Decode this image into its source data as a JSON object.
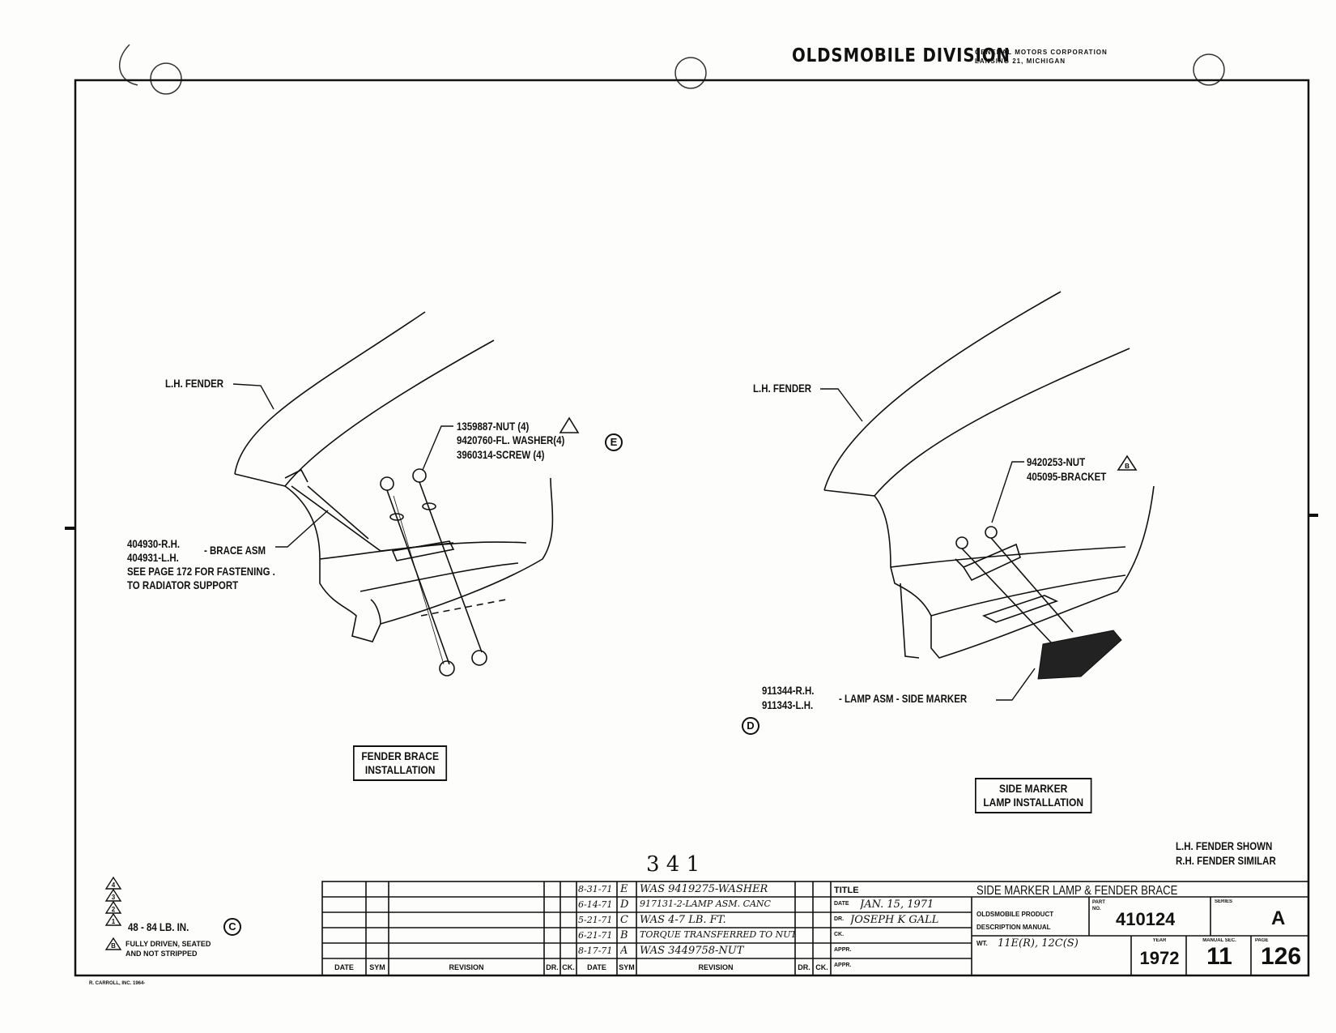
{
  "header": {
    "division": "OLDSMOBILE DIVISION",
    "corp": "GENERAL MOTORS CORPORATION",
    "city": "LANSING 21, MICHIGAN"
  },
  "left_view": {
    "fender": "L.H. FENDER",
    "nut": "1359887-NUT (4)",
    "washer": "9420760-FL. WASHER(4)",
    "washer_ref": "E",
    "screw": "3960314-SCREW (4)",
    "brace_rh": "404930-R.H.",
    "brace_lh": "404931-L.H.",
    "brace_name": "- BRACE ASM",
    "brace_note1": "SEE PAGE 172 FOR FASTENING .",
    "brace_note2": "TO RADIATOR SUPPORT",
    "title1": "FENDER BRACE",
    "title2": "INSTALLATION"
  },
  "right_view": {
    "fender": "L.H. FENDER",
    "nut": "9420253-NUT",
    "nut_ref": "B",
    "bracket": "405095-BRACKET",
    "lamp_rh": "911344-R.H.",
    "lamp_lh": "911343-L.H.",
    "lamp_name": "- LAMP ASM - SIDE MARKER",
    "ref_d": "D",
    "title1": "SIDE MARKER",
    "title2": "LAMP INSTALLATION",
    "note1": "L.H. FENDER SHOWN",
    "note2": "R.H. FENDER SIMILAR"
  },
  "sheet_number": "3 4 1",
  "legend": {
    "torque": "48 - 84 LB. IN.",
    "torque_ref": "C",
    "fastened": "FULLY DRIVEN, SEATED",
    "fastened2": "AND NOT STRIPPED"
  },
  "printer": "R. CARROLL, INC. 1964-",
  "revision_headers": {
    "date": "DATE",
    "sym": "SYM",
    "revision": "REVISION",
    "dr": "DR.",
    "ck": "CK."
  },
  "revisions": [
    {
      "date": "8-31-71",
      "sym": "E",
      "text": "WAS 9419275-WASHER"
    },
    {
      "date": "6-14-71",
      "sym": "D",
      "text": "917131-2-LAMP ASM. CANC"
    },
    {
      "date": "5-21-71",
      "sym": "C",
      "text": "WAS 4-7 LB. FT."
    },
    {
      "date": "6-21-71",
      "sym": "B",
      "text": "TORQUE TRANSFERRED TO NUT"
    },
    {
      "date": "8-17-71",
      "sym": "A",
      "text": "WAS 3449758-NUT"
    }
  ],
  "title_block": {
    "title_label": "TITLE",
    "title": "SIDE MARKER LAMP & FENDER BRACE",
    "date_label": "DATE",
    "date_value": "JAN. 15, 1971",
    "dr_label": "DR.",
    "dr_value": "JOSEPH K GALL",
    "ck_label": "CK.",
    "appr_label": "APPR.",
    "manual1": "OLDSMOBILE PRODUCT",
    "manual2": "DESCRIPTION MANUAL",
    "part_label": "PART NO.",
    "part_no": "410124",
    "series_label": "SERIES",
    "series": "A",
    "wt_label": "WT.",
    "wt_value": "11E(R), 12C(S)",
    "year_label": "YEAR",
    "year": "1972",
    "manual_sec_label": "MANUAL SEC.",
    "manual_sec": "11",
    "page_label": "PAGE",
    "page": "126"
  }
}
